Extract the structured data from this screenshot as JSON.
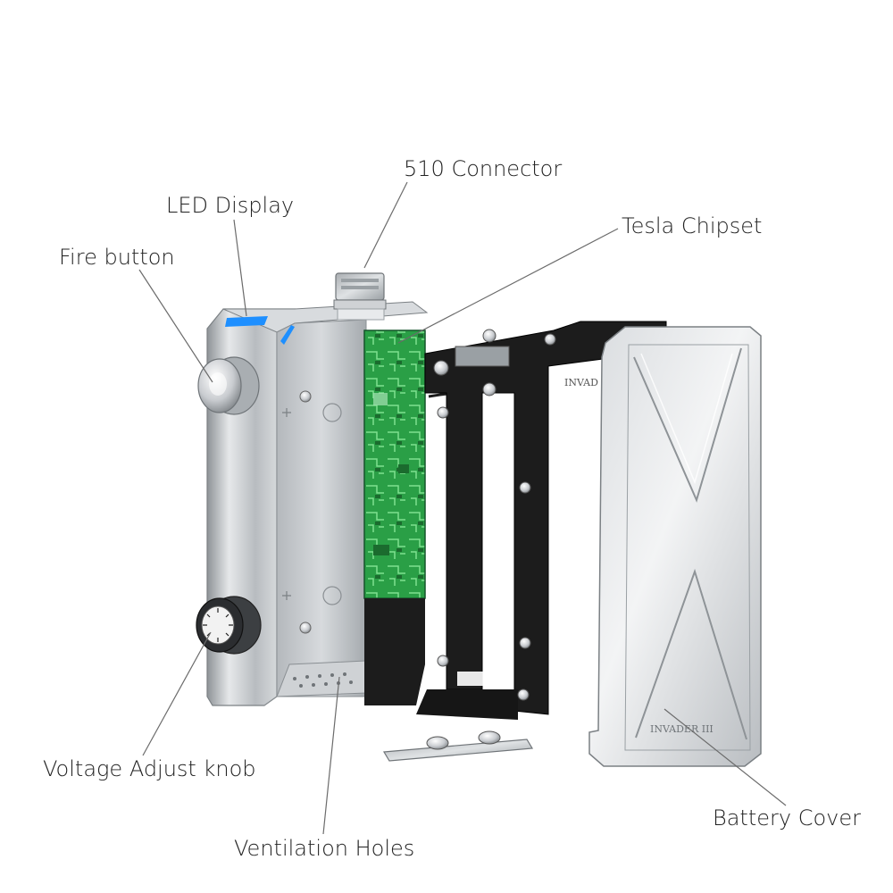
{
  "labels": {
    "connector_510": "510 Connector",
    "led_display": "LED Display",
    "tesla_chipset": "Tesla Chipset",
    "fire_button": "Fire button",
    "voltage_knob": "Voltage Adjust knob",
    "ventilation_holes": "Ventilation Holes",
    "battery_cover": "Battery Cover"
  },
  "engraving": {
    "sled_text": "INVAD",
    "cover_text": "INVADER III"
  },
  "colors": {
    "background": "#ffffff",
    "steel": "#c9cccf",
    "pcb_green": "#2fae4e",
    "led_blue": "#1e8fff",
    "sled_black": "#1c1c1c",
    "wire_red": "#d83030",
    "leader_line": "#6b6b6b"
  }
}
